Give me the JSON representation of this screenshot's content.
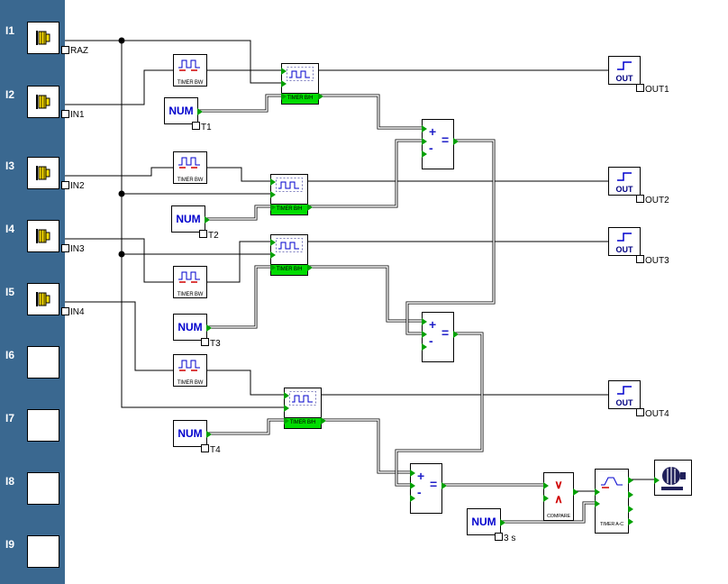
{
  "sidebar": {
    "inputs": [
      {
        "id": "I1",
        "tag": "RAZ",
        "populated": true
      },
      {
        "id": "I2",
        "tag": "IN1",
        "populated": true
      },
      {
        "id": "I3",
        "tag": "IN2",
        "populated": true
      },
      {
        "id": "I4",
        "tag": "IN3",
        "populated": true
      },
      {
        "id": "I5",
        "tag": "IN4",
        "populated": true
      },
      {
        "id": "I6",
        "tag": "",
        "populated": false
      },
      {
        "id": "I7",
        "tag": "",
        "populated": false
      },
      {
        "id": "I8",
        "tag": "",
        "populated": false
      },
      {
        "id": "I9",
        "tag": "",
        "populated": false
      }
    ]
  },
  "blocks": {
    "timer_bw_label": "TIMER BW",
    "timer_bh_label": "TIMER B/H",
    "timer_ac_label": "TIMER A-C",
    "compare_label": "COMPARE",
    "num_label": "NUM",
    "out_label": "OUT",
    "add_glyphs": {
      "plus": "+",
      "minus": "-",
      "equals": "="
    },
    "compare_glyphs": {
      "top": "∨",
      "bottom": "∧"
    },
    "num_tags": [
      "T1",
      "T2",
      "T3",
      "T4",
      "3 s"
    ],
    "out_tags": [
      "OUT1",
      "OUT2",
      "OUT3",
      "OUT4"
    ]
  },
  "colors": {
    "sidebar_bg": "#3A6890",
    "pin_green": "#00A000",
    "strip_green": "#00DC00",
    "icon_blue": "#0000CD",
    "num_blue": "#0000CD",
    "compare_red": "#D00000",
    "wire_black": "#000000"
  }
}
